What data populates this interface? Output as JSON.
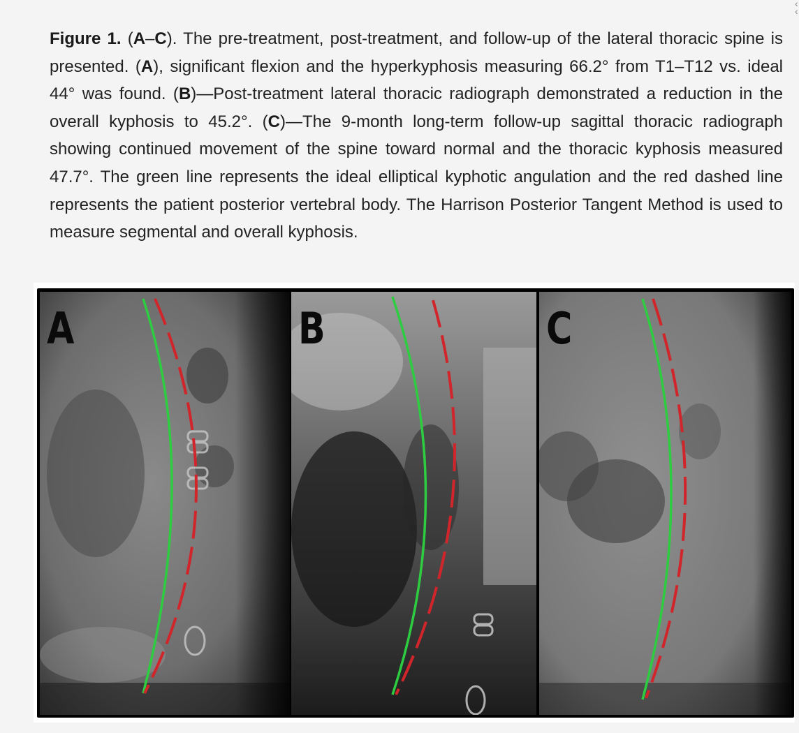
{
  "caption": {
    "label": "Figure 1.",
    "segments": [
      {
        "text": " (",
        "bold": false
      },
      {
        "text": "A",
        "bold": true
      },
      {
        "text": "–",
        "bold": false
      },
      {
        "text": "C",
        "bold": true
      },
      {
        "text": "). The pre-treatment, post-treatment, and follow-up of the lateral thoracic spine is presented. (",
        "bold": false
      },
      {
        "text": "A",
        "bold": true
      },
      {
        "text": "), significant flexion and the hyperkyphosis measuring 66.2° from T1–T12 vs. ideal 44° was found. (",
        "bold": false
      },
      {
        "text": "B",
        "bold": true
      },
      {
        "text": ")—Post-treatment lateral thoracic radiograph demonstrated a reduction in the overall kyphosis to 45.2°. (",
        "bold": false
      },
      {
        "text": "C",
        "bold": true
      },
      {
        "text": ")—The 9-month long-term follow-up sagittal thoracic radiograph showing continued movement of the spine toward normal and the thoracic kyphosis measured 47.7°. The green line represents the ideal elliptical kyphotic angulation and the red dashed line represents the patient posterior vertebral body. The Harrison Posterior Tangent Method is used to measure segmental and overall kyphosis.",
        "bold": false
      }
    ]
  },
  "figure": {
    "panels": [
      {
        "id": "A",
        "label": "A",
        "description": "Pre-treatment lateral thoracic radiograph",
        "kyphosis_deg": 66.2
      },
      {
        "id": "B",
        "label": "B",
        "description": "Post-treatment lateral thoracic radiograph",
        "kyphosis_deg": 45.2
      },
      {
        "id": "C",
        "label": "C",
        "description": "9-month follow-up sagittal thoracic radiograph",
        "kyphosis_deg": 47.7
      }
    ],
    "ideal_kyphosis_deg": 44,
    "legend": {
      "green_line": "ideal elliptical kyphotic angulation",
      "red_dashed_line": "patient posterior vertebral body"
    },
    "colors": {
      "ideal_line": "#2ecc40",
      "patient_line": "#d0262b",
      "frame": "#000000"
    }
  }
}
